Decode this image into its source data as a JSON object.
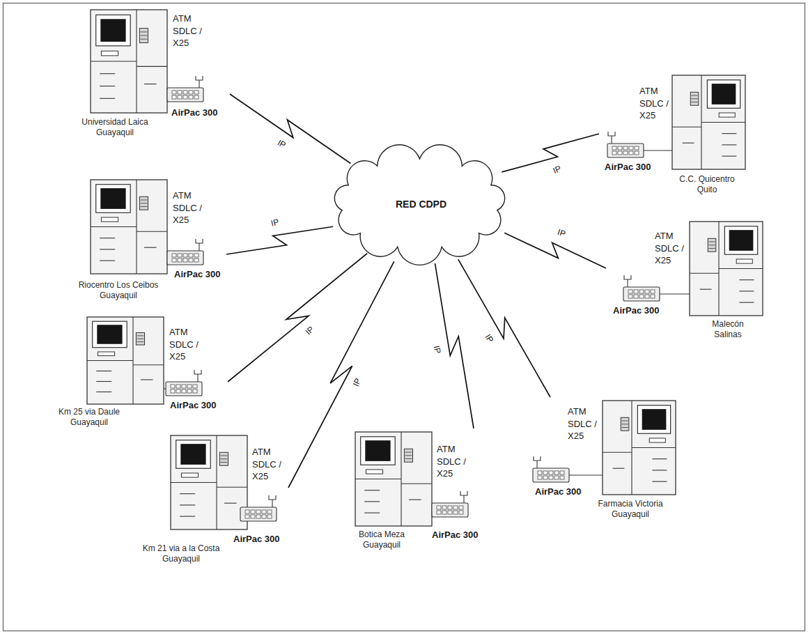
{
  "diagram": {
    "nodes": [
      {
        "text": [
          "RED CDPD"
        ]
      },
      {
        "text": [
          "ATM SDLC / X25",
          "AirPac 300",
          "Universidad Laica Guayaquil"
        ]
      },
      {
        "text": [
          "ATM SDLC / X25",
          "AirPac 300",
          "Riocentro Los Ceibos Guayaquil"
        ]
      },
      {
        "text": [
          "ATM SDLC / X25",
          "AirPac 300",
          "Km 25 via Daule Guayaquil"
        ]
      },
      {
        "text": [
          "ATM SDLC / X25",
          "AirPac 300",
          "Km 21 via a la Costa Guayaquil"
        ]
      },
      {
        "text": [
          "ATM SDLC / X25",
          "AirPac 300",
          "Botica Meza Guayaquil"
        ]
      },
      {
        "text": [
          "ATM SDLC / X25",
          "AirPac 300",
          "Farmacia Victoria Guayaquil"
        ]
      },
      {
        "text": [
          "ATM SDLC / X25",
          "AirPac 300",
          "Malecón Salinas"
        ]
      },
      {
        "text": [
          "ATM SDLC / X25",
          "AirPac 300",
          "C.C. Quicentro Quito"
        ]
      }
    ],
    "edges": [
      {
        "from": 1,
        "to": 0,
        "label": "IP",
        "arrow": "none"
      },
      {
        "from": 2,
        "to": 0,
        "label": "IP",
        "arrow": "none"
      },
      {
        "from": 3,
        "to": 0,
        "label": "IP",
        "arrow": "none"
      },
      {
        "from": 4,
        "to": 0,
        "label": "IP",
        "arrow": "none"
      },
      {
        "from": 5,
        "to": 0,
        "label": "IP",
        "arrow": "none"
      },
      {
        "from": 6,
        "to": 0,
        "label": "IP",
        "arrow": "none"
      },
      {
        "from": 7,
        "to": 0,
        "label": "IP",
        "arrow": "none"
      },
      {
        "from": 8,
        "to": 0,
        "label": "IP",
        "arrow": "none"
      }
    ]
  }
}
